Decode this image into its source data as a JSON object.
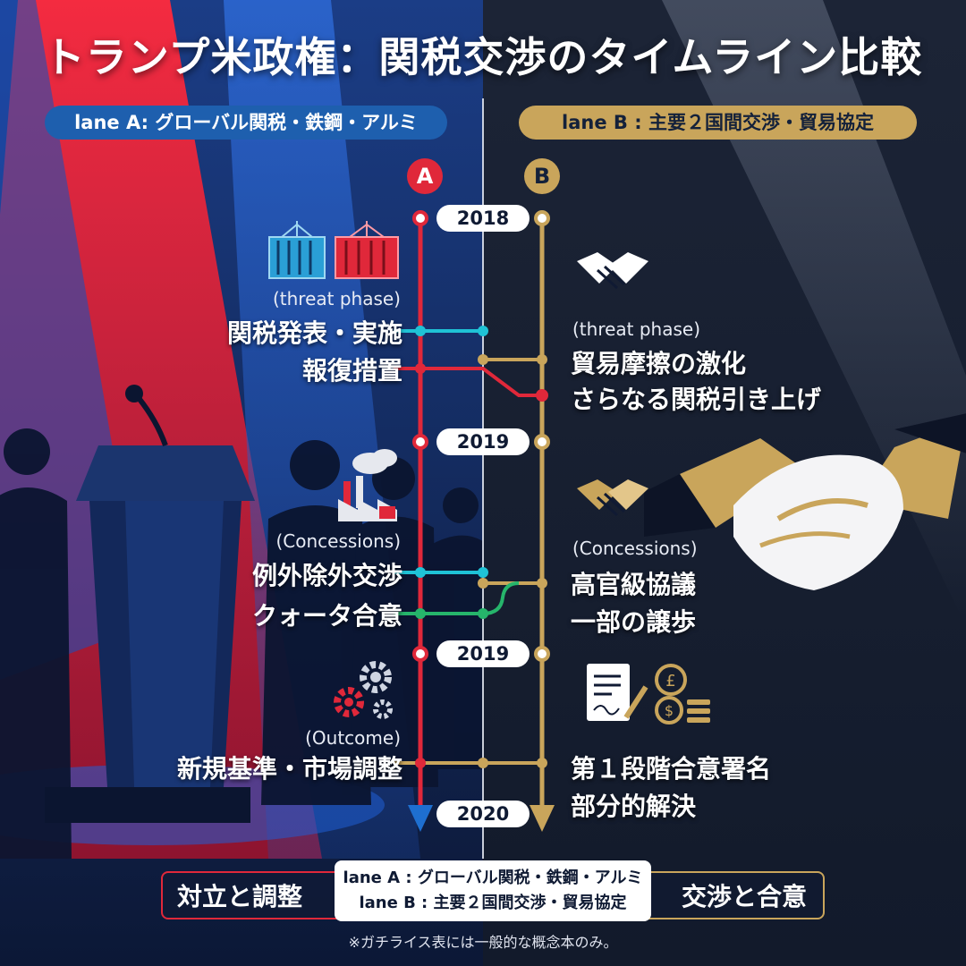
{
  "title": "トランプ米政権：関税交渉のタイムライン比較",
  "lanes": {
    "a": {
      "label": "lane A: グローバル関税・鉄鋼・アルミ",
      "badge": "A",
      "color": "#e0283a"
    },
    "b": {
      "label": "lane B : 主要２国間交渉・貿易協定",
      "badge": "B",
      "color": "#c9a55b"
    }
  },
  "years": [
    "2018",
    "2019",
    "2019",
    "2020"
  ],
  "phases": {
    "threat_a": {
      "tag": "(threat phase)",
      "line1": "関税発表・実施",
      "line2": "報復措置"
    },
    "threat_b": {
      "tag": "(threat phase)",
      "line1": "貿易摩擦の激化",
      "line2": "さらなる関税引き上げ"
    },
    "concession_a": {
      "tag": "(Concessions)",
      "line1": "例外除外交渉",
      "line2": "クォータ合意"
    },
    "concession_b": {
      "tag": "(Concessions)",
      "line1": "高官級協議",
      "line2": "一部の譲歩"
    },
    "outcome_a": {
      "tag": "(Outcome)",
      "line1": "新規基準・市場調整"
    },
    "outcome_b": {
      "line1": "第１段階合意署名",
      "line2": "部分的解決"
    }
  },
  "bottom": {
    "left": "対立と調整",
    "right": "交渉と合意",
    "legend_a": "lane A : グローバル関税・鉄鋼・アルミ",
    "legend_b": "lane B : 主要２国間交渉・貿易協定"
  },
  "footnote": "※ガチライス表には一般的な概念本のみ。",
  "colors": {
    "red": "#e0283a",
    "gold": "#c9a55b",
    "cyan": "#1fc2d6",
    "green": "#26b56b",
    "navy": "#101a33"
  }
}
